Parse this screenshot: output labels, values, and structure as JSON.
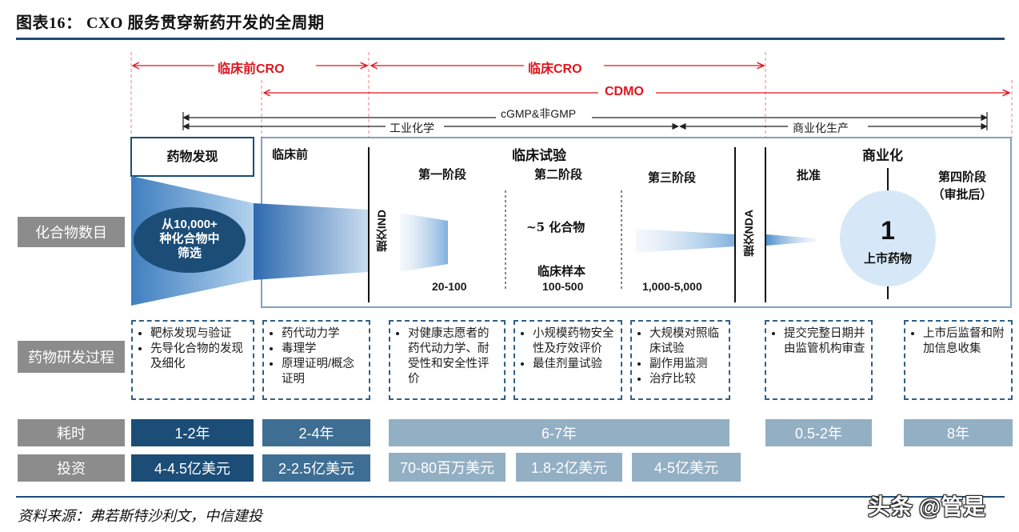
{
  "title": "图表16：   CXO 服务贯穿新药开发的全周期",
  "source": "资料来源：弗若斯特沙利文，中信建投",
  "watermark": "头条 @管是",
  "phases": {
    "preclinical_cro": "临床前CRO",
    "clinical_cro": "临床CRO",
    "cdmo": "CDMO",
    "cgmp": "cGMP&非GMP",
    "industrial_chem": "工业化学",
    "commercial_production": "商业化生产"
  },
  "stages": {
    "drug_discovery": "药物发现",
    "preclinical": "临床前",
    "clinical_trial": "临床试验",
    "phase1": "第一阶段",
    "phase2": "第二阶段",
    "phase3": "第三阶段",
    "commercialization": "商业化",
    "approval": "批准",
    "phase4_line1": "第四阶段",
    "phase4_line2": "（审批后）"
  },
  "funnel": {
    "row_label": "化合物数目",
    "start_line1": "从10,000+",
    "start_line2": "种化合物中",
    "start_line3": "筛选",
    "ind": "提交IND",
    "nda": "提交NDA",
    "phase1_count": "20-100",
    "compounds_5": "~5 化合物",
    "clinical_samples": "临床样本",
    "phase2_count": "100-500",
    "phase3_count": "1,000-5,000",
    "final_number": "1",
    "final_label": "上市药物"
  },
  "process": {
    "row_label": "药物研发过程",
    "discovery": [
      "靶标发现与验证",
      "先导化合物的发现及细化"
    ],
    "preclinical": [
      "药代动力学",
      "毒理学",
      "原理证明/概念证明"
    ],
    "phase1": [
      "对健康志愿者的药代动力学、耐受性和安全性评价"
    ],
    "phase2": [
      "小规模药物安全性及疗效评价",
      "最佳剂量试验"
    ],
    "phase3": [
      "大规模对照临床试验",
      "副作用监测",
      "治疗比较"
    ],
    "approval": [
      "提交完整日期并由监管机构审查"
    ],
    "phase4": [
      "上市后监督和附加信息收集"
    ]
  },
  "time": {
    "row_label": "耗时",
    "discovery": "1-2年",
    "preclinical": "2-4年",
    "clinical": "6-7年",
    "approval": "0.5-2年",
    "phase4": "8年"
  },
  "investment": {
    "row_label": "投资",
    "discovery": "4-4.5亿美元",
    "preclinical": "2-2.5亿美元",
    "phase1": "70-80百万美元",
    "phase2": "1.8-2亿美元",
    "phase3": "4-5亿美元"
  },
  "colors": {
    "navy": "#1b4d77",
    "mid_blue": "#3e6e93",
    "light_blue": "#93afc4",
    "red": "#e0141e",
    "gray_label": "#8c8c8c"
  }
}
